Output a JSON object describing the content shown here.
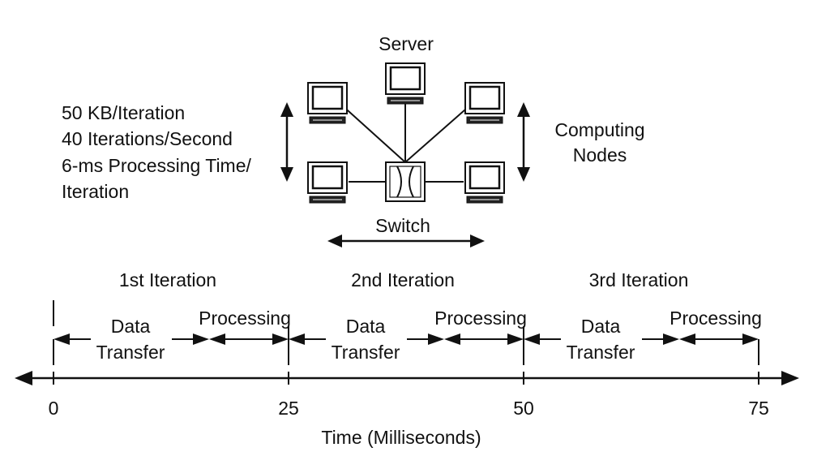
{
  "network": {
    "server_label": "Server",
    "switch_label": "Switch",
    "nodes_label_line1": "Computing",
    "nodes_label_line2": "Nodes"
  },
  "specs": {
    "line1": "50 KB/Iteration",
    "line2": "40 Iterations/Second",
    "line3": "6-ms Processing Time/",
    "line4": "Iteration"
  },
  "timeline": {
    "iterations": [
      {
        "title": "1st Iteration",
        "phase1_line1": "Data",
        "phase1_line2": "Transfer",
        "phase2": "Processing"
      },
      {
        "title": "2nd Iteration",
        "phase1_line1": "Data",
        "phase1_line2": "Transfer",
        "phase2": "Processing"
      },
      {
        "title": "3rd Iteration",
        "phase1_line1": "Data",
        "phase1_line2": "Transfer",
        "phase2": "Processing"
      }
    ],
    "ticks": [
      "0",
      "25",
      "50",
      "75"
    ],
    "axis_label": "Time (Milliseconds)"
  }
}
